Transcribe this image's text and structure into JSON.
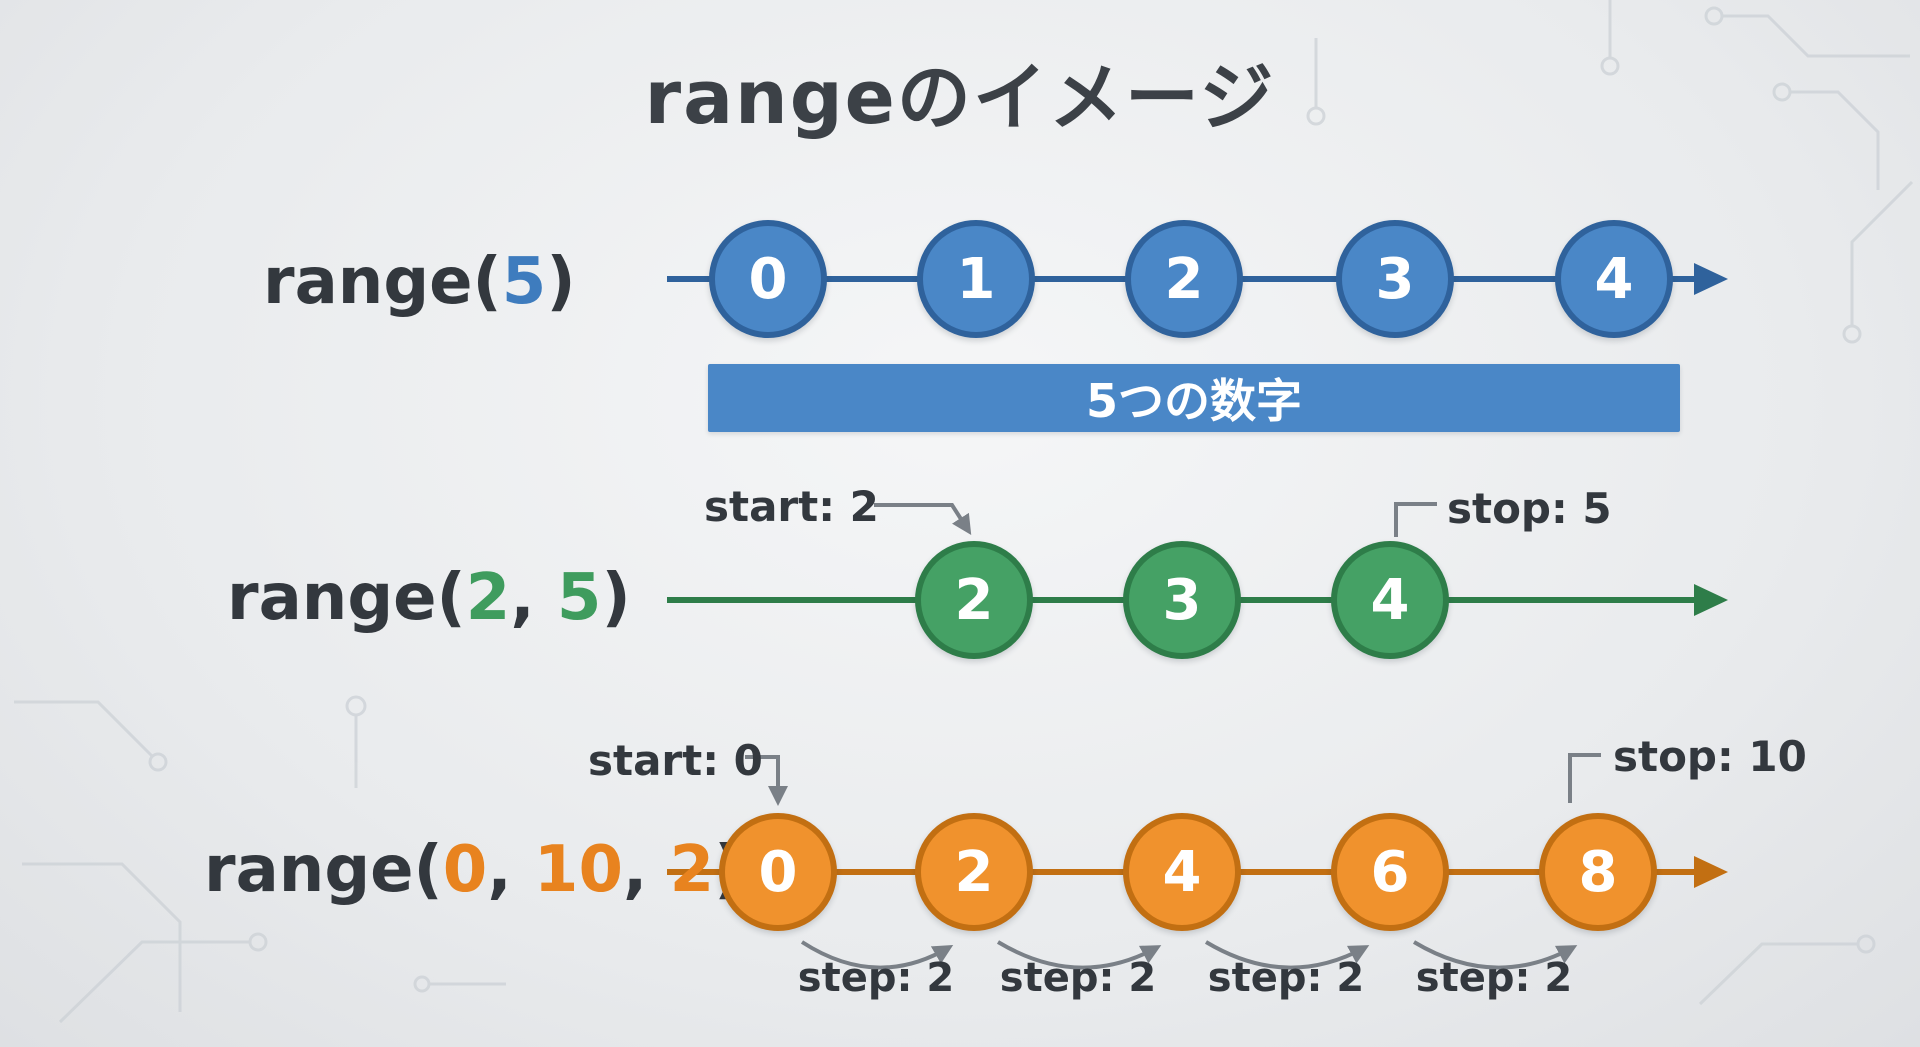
{
  "title": "rangeのイメージ",
  "colors": {
    "background": "#eaecee",
    "title_text": "#3c4147",
    "blue_fill": "#4a87c7",
    "blue_stroke": "#2f629c",
    "green_fill": "#45a165",
    "green_stroke": "#2e7d49",
    "orange_fill": "#f0922d",
    "orange_stroke": "#c26f12",
    "annotation_gray": "#7a8087",
    "circle_number_text": "#ffffff",
    "label_text": "#33383e"
  },
  "rows": [
    {
      "name": "range-5",
      "label_parts": [
        "range(",
        "5",
        ")"
      ],
      "values": [
        "0",
        "1",
        "2",
        "3",
        "4"
      ],
      "bar_label": "5つの数字"
    },
    {
      "name": "range-2-5",
      "label_parts": [
        "range(",
        "2",
        ", ",
        "5",
        ")"
      ],
      "values": [
        "2",
        "3",
        "4"
      ],
      "start_label": "start: 2",
      "stop_label": "stop: 5"
    },
    {
      "name": "range-0-10-2",
      "label_parts": [
        "range(",
        "0",
        ", ",
        "10",
        ", ",
        "2",
        ")"
      ],
      "values": [
        "0",
        "2",
        "4",
        "6",
        "8"
      ],
      "start_label": "start: 0",
      "stop_label": "stop: 10",
      "step_labels": [
        "step: 2",
        "step: 2",
        "step: 2",
        "step: 2"
      ]
    }
  ]
}
